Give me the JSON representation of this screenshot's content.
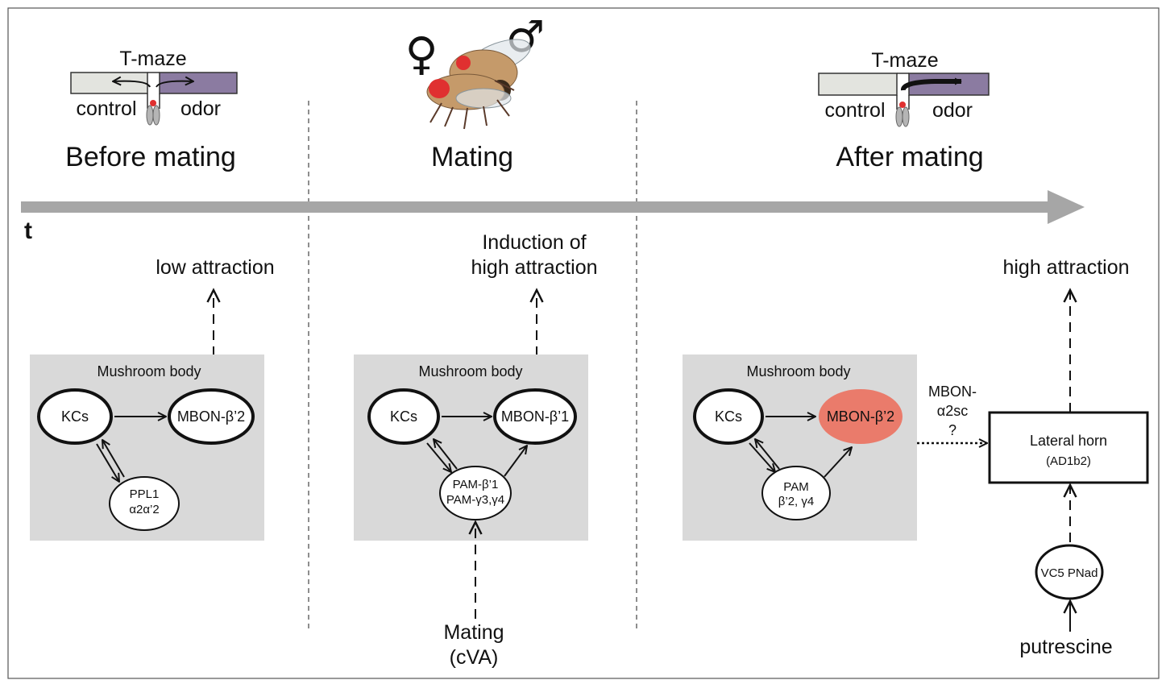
{
  "phases": {
    "before": {
      "title": "Before mating",
      "tmaze_label": "T-maze",
      "control_label": "control",
      "odor_label": "odor",
      "outcome": "low attraction",
      "box_label": "Mushroom body",
      "kcs": "KCs",
      "mbon": "MBON-β’2",
      "dan_line1": "PPL1",
      "dan_line2": "α2α’2"
    },
    "mating": {
      "title": "Mating",
      "female_symbol": "♀",
      "male_symbol": "♂",
      "outcome_line1": "Induction of",
      "outcome_line2": "high attraction",
      "box_label": "Mushroom body",
      "kcs": "KCs",
      "mbon": "MBON-β’1",
      "dan_line1": "PAM-β’1",
      "dan_line2": "PAM-γ3,γ4",
      "input_line1": "Mating",
      "input_line2": "(cVA)"
    },
    "after": {
      "title": "After mating",
      "tmaze_label": "T-maze",
      "control_label": "control",
      "odor_label": "odor",
      "outcome": "high attraction",
      "box_label": "Mushroom body",
      "kcs": "KCs",
      "mbon": "MBON-β’2",
      "dan_line1": "PAM",
      "dan_line2": "β’2, γ4",
      "link_line1": "MBON-",
      "link_line2": "α2sc",
      "link_line3": "?",
      "lh_title": "Lateral horn",
      "lh_sub": "(AD1b2)",
      "pn": "VC5 PNad",
      "stimulus": "putrescine"
    }
  },
  "timeline_label": "t",
  "colors": {
    "panel_gray": "#d9d9d9",
    "control_arm": "#e3e4df",
    "odor_arm": "#8b7ba1",
    "timeline": "#a6a6a6",
    "active_mbon": "#ea7b6b",
    "fly_eye": "#e03030",
    "fly_body": "#c59a6a"
  }
}
